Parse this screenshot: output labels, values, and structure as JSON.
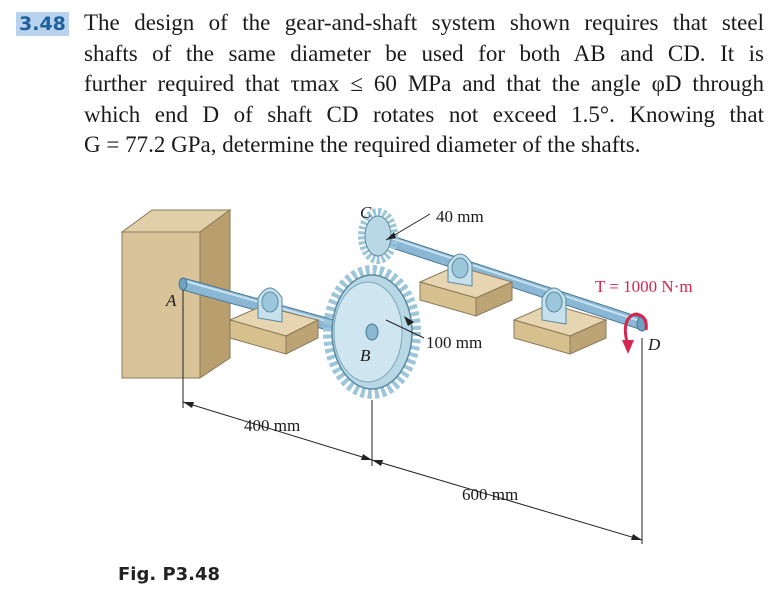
{
  "problem": {
    "number": "3.48",
    "lines": [
      "The design of the gear-and-shaft system shown requires that steel",
      "shafts of the same diameter be used for both AB and CD. It is",
      "further required that τmax ≤ 60 MPa and that the angle φD through",
      "which end D of shaft CD rotates not exceed 1.5°. Knowing that",
      "G = 77.2 GPa, determine the required diameter of the shafts."
    ]
  },
  "figure": {
    "labels": {
      "A": "A",
      "B": "B",
      "C": "C",
      "D": "D",
      "dim_40": "40 mm",
      "dim_100": "100 mm",
      "dim_400": "400 mm",
      "dim_600": "600 mm",
      "torque": "T = 1000 N·m"
    },
    "colors": {
      "torque": "#d4264f",
      "shaft": "#8ab8d4",
      "support": "#e6d5b0",
      "gear": "#b9d8e6"
    },
    "caption": "Fig. P3.48"
  }
}
